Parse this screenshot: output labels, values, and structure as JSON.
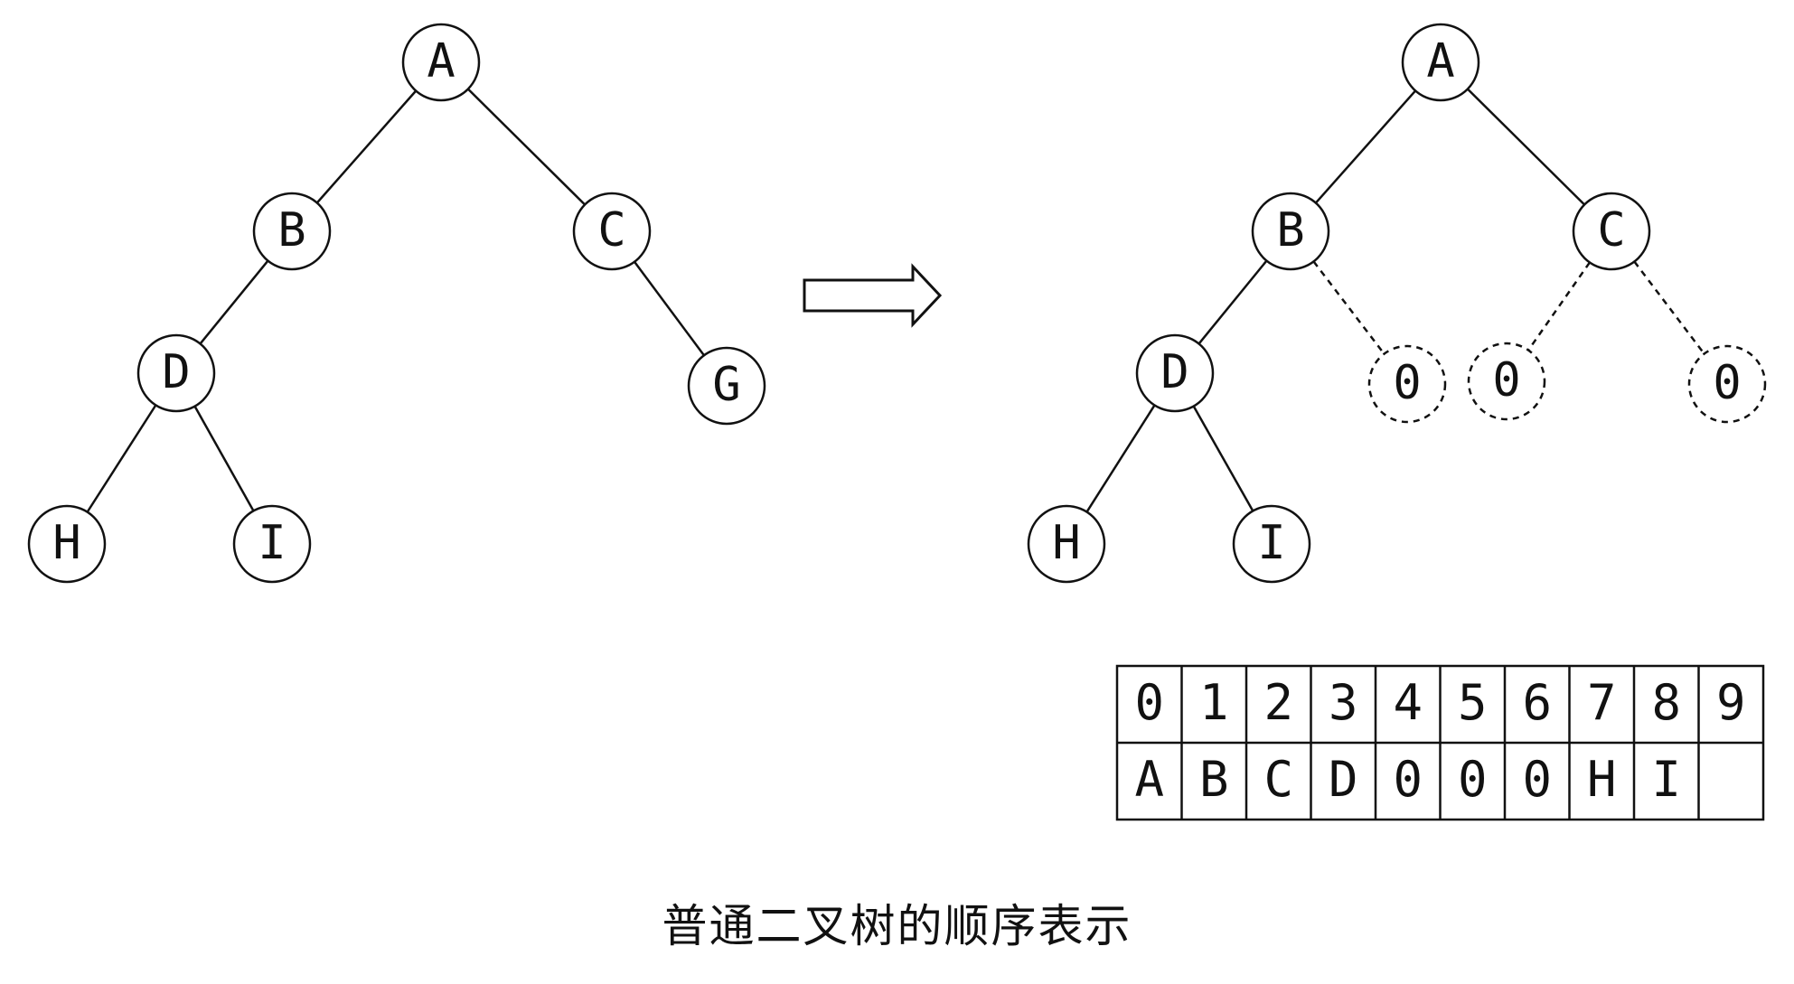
{
  "left_tree": {
    "nodes": [
      {
        "id": "A",
        "label": "A"
      },
      {
        "id": "B",
        "label": "B"
      },
      {
        "id": "C",
        "label": "C"
      },
      {
        "id": "D",
        "label": "D"
      },
      {
        "id": "G",
        "label": "G"
      },
      {
        "id": "H",
        "label": "H"
      },
      {
        "id": "I",
        "label": "I"
      }
    ],
    "edges": [
      [
        "A",
        "B"
      ],
      [
        "A",
        "C"
      ],
      [
        "B",
        "D"
      ],
      [
        "C",
        "G"
      ],
      [
        "D",
        "H"
      ],
      [
        "D",
        "I"
      ]
    ]
  },
  "right_tree": {
    "nodes": [
      {
        "id": "A",
        "label": "A"
      },
      {
        "id": "B",
        "label": "B"
      },
      {
        "id": "C",
        "label": "C"
      },
      {
        "id": "D",
        "label": "D"
      },
      {
        "id": "H",
        "label": "H"
      },
      {
        "id": "I",
        "label": "I"
      },
      {
        "id": "B_right",
        "label": "0",
        "placeholder": true
      },
      {
        "id": "C_left",
        "label": "0",
        "placeholder": true
      },
      {
        "id": "C_right",
        "label": "0",
        "placeholder": true
      }
    ],
    "edges": [
      [
        "A",
        "B"
      ],
      [
        "A",
        "C"
      ],
      [
        "B",
        "D"
      ],
      [
        "D",
        "H"
      ],
      [
        "D",
        "I"
      ]
    ],
    "dashed_edges": [
      [
        "B",
        "B_right"
      ],
      [
        "C",
        "C_left"
      ],
      [
        "C",
        "C_right"
      ]
    ]
  },
  "array": {
    "indices": [
      "0",
      "1",
      "2",
      "3",
      "4",
      "5",
      "6",
      "7",
      "8",
      "9"
    ],
    "values": [
      "A",
      "B",
      "C",
      "D",
      "0",
      "0",
      "0",
      "H",
      "I",
      ""
    ]
  },
  "caption": "普通二叉树的顺序表示",
  "colors": {
    "stroke": "#111111",
    "background": "#ffffff"
  }
}
